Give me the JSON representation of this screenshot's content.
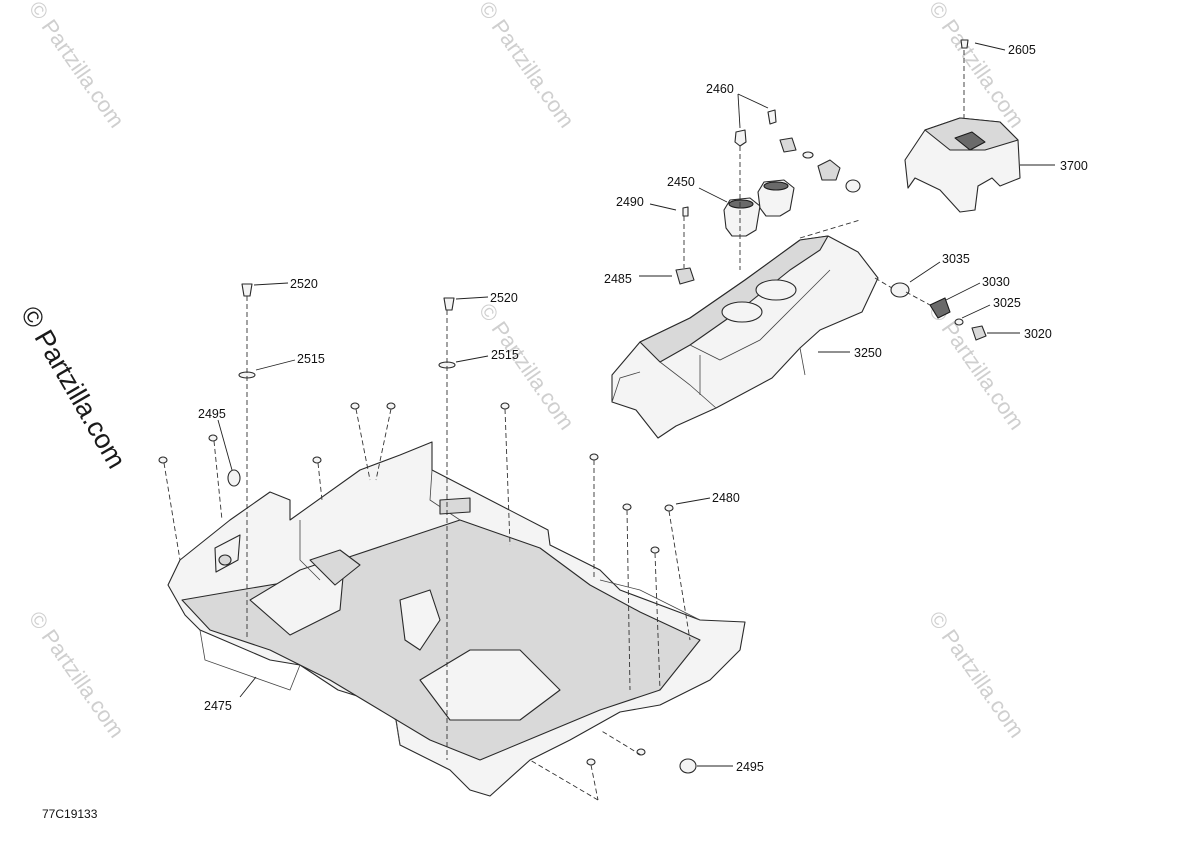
{
  "watermark": {
    "brand": "© Partzilla.com",
    "tile_text": "© Partzilla.com"
  },
  "diagram_code": "77C19133",
  "callouts": {
    "c2605": "2605",
    "c2460": "2460",
    "c3700": "3700",
    "c2450": "2450",
    "c2490": "2490",
    "c2485": "2485",
    "c3035": "3035",
    "c3030": "3030",
    "c3025": "3025",
    "c3020": "3020",
    "c3250": "3250",
    "c2520a": "2520",
    "c2520b": "2520",
    "c2515a": "2515",
    "c2515b": "2515",
    "c2495a": "2495",
    "c2480": "2480",
    "c2475": "2475",
    "c2495b": "2495"
  },
  "icons": {
    "fastener": "bolt-icon",
    "washer": "washer-icon",
    "plug": "grommet-icon"
  }
}
